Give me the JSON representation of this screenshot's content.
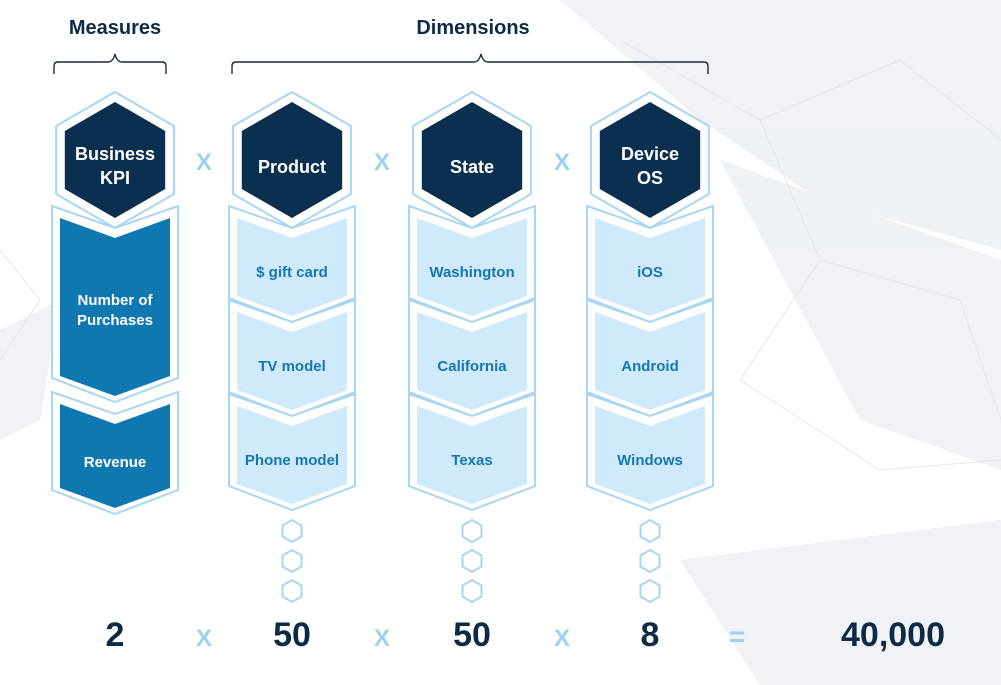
{
  "headers": {
    "measures": "Measures",
    "dimensions": "Dimensions"
  },
  "columns": [
    {
      "title": [
        "Business",
        "KPI"
      ],
      "style": "dark",
      "items": [
        [
          "Number of",
          "Purchases"
        ],
        [
          "Revenue"
        ]
      ],
      "ellipsis": false,
      "count": "2"
    },
    {
      "title": [
        "Product"
      ],
      "style": "light",
      "items": [
        [
          "$ gift card"
        ],
        [
          "TV model"
        ],
        [
          "Phone model"
        ]
      ],
      "ellipsis": true,
      "count": "50"
    },
    {
      "title": [
        "State"
      ],
      "style": "light",
      "items": [
        [
          "Washington"
        ],
        [
          "California"
        ],
        [
          "Texas"
        ]
      ],
      "ellipsis": true,
      "count": "50"
    },
    {
      "title": [
        "Device",
        "OS"
      ],
      "style": "light",
      "items": [
        [
          "iOS"
        ],
        [
          "Android"
        ],
        [
          "Windows"
        ]
      ],
      "ellipsis": true,
      "count": "8"
    }
  ],
  "operator": "X",
  "equals": "=",
  "result": "40,000",
  "colors": {
    "hex_fill": "#0b2f4f",
    "outline": "#a9d6f0",
    "dark_chevron": "#0f78b0",
    "light_chevron": "#cfeafb",
    "light_text": "#1677b3",
    "number_text": "#0d2b45",
    "operator_text": "#9cd1ef"
  }
}
